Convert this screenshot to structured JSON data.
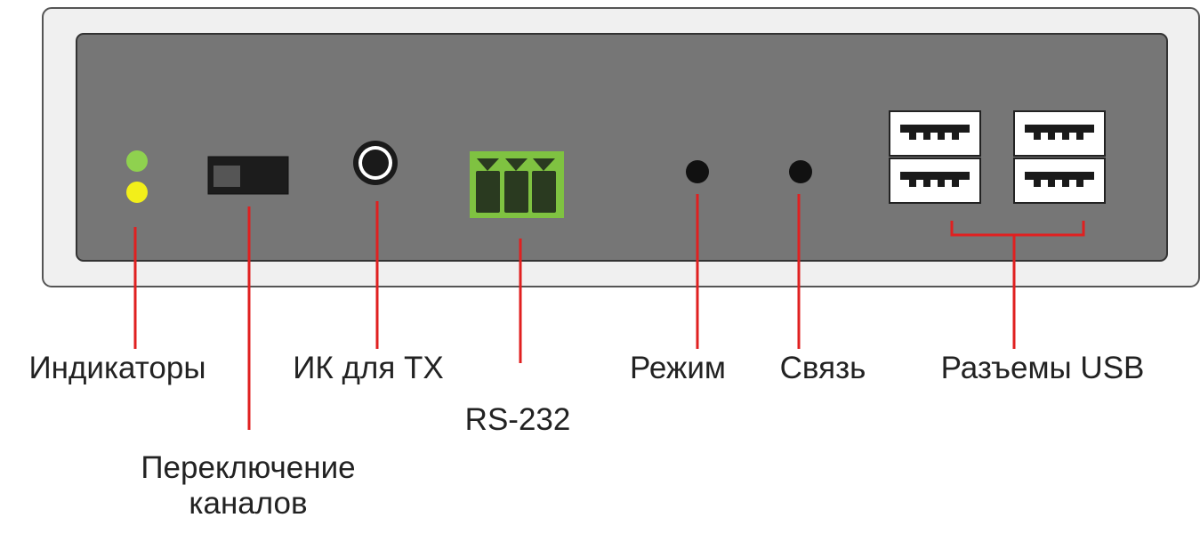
{
  "labels": {
    "indicators": "Индикаторы",
    "channel_switch_line1": "Переключение",
    "channel_switch_line2": "каналов",
    "ir_tx": "ИК для TX",
    "rs232": "RS-232",
    "mode": "Режим",
    "link": "Связь",
    "usb_ports": "Разъемы USB"
  },
  "colors": {
    "chassis_outer": "#f0f0f0",
    "panel": "#767676",
    "led_green": "#8fd14f",
    "led_yellow": "#f2ef1a",
    "terminal_green": "#7fc241",
    "callout_line": "#e02020"
  }
}
